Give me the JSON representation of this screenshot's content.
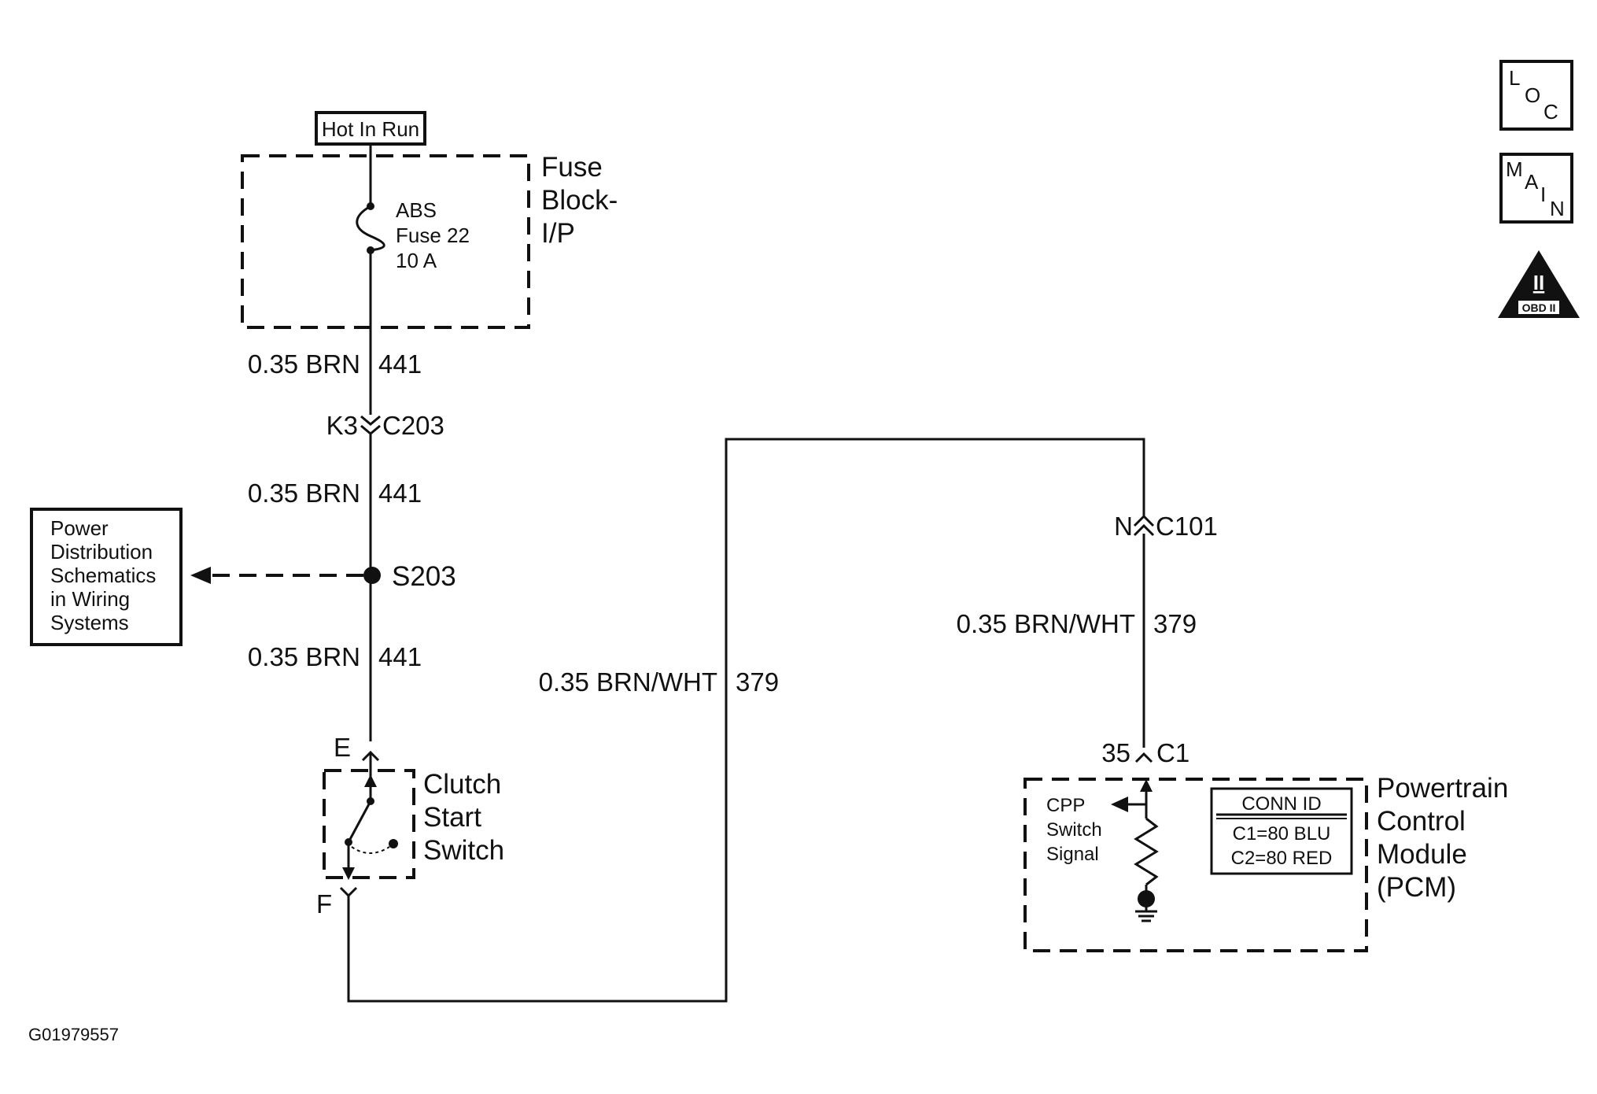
{
  "power": {
    "hot_in_run": "Hot In Run"
  },
  "fuse_block": {
    "name_lines": [
      "Fuse",
      "Block-",
      "I/P"
    ],
    "fuse_lines": [
      "ABS",
      "Fuse 22",
      "10 A"
    ]
  },
  "wires": {
    "w1": {
      "gauge_color": "0.35 BRN",
      "circuit": "441"
    },
    "w2": {
      "gauge_color": "0.35 BRN",
      "circuit": "441"
    },
    "w3": {
      "gauge_color": "0.35 BRN",
      "circuit": "441"
    },
    "w4": {
      "gauge_color": "0.35 BRN/WHT",
      "circuit": "379"
    },
    "w5": {
      "gauge_color": "0.35 BRN/WHT",
      "circuit": "379"
    }
  },
  "connectors": {
    "c203": {
      "pin": "K3",
      "name": "C203"
    },
    "c101": {
      "pin": "N",
      "name": "C101"
    },
    "c1": {
      "pin": "35",
      "name": "C1"
    }
  },
  "splice": {
    "name": "S203"
  },
  "power_distribution_ref": {
    "lines": [
      "Power",
      "Distribution",
      "Schematics",
      "in Wiring",
      "Systems"
    ]
  },
  "clutch_switch": {
    "pin_top": "E",
    "pin_bottom": "F",
    "name_lines": [
      "Clutch",
      "Start",
      "Switch"
    ]
  },
  "pcm": {
    "name_lines": [
      "Powertrain",
      "Control",
      "Module",
      "(PCM)"
    ],
    "signal_lines": [
      "CPP",
      "Switch",
      "Signal"
    ],
    "conn_id": {
      "title": "CONN ID",
      "rows": [
        "C1=80 BLU",
        "C2=80 RED"
      ]
    }
  },
  "legend_icons": {
    "loc": [
      "L",
      "O",
      "C"
    ],
    "main": [
      "M",
      "A",
      "I",
      "N"
    ],
    "obd": {
      "numeral": "II",
      "label": "OBD II"
    }
  },
  "figure_id": "G01979557"
}
